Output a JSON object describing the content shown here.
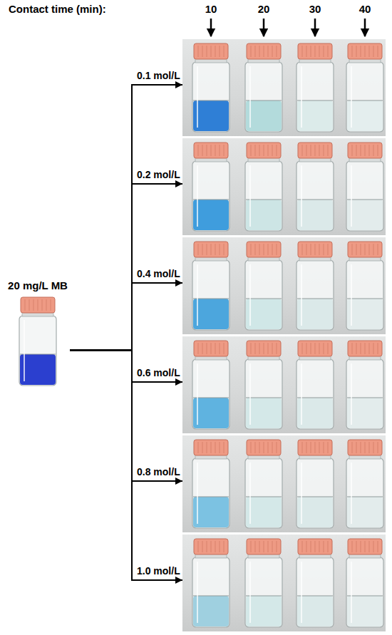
{
  "diagram": {
    "nodes": [
      {
        "text": [
          "20 mg/L MB"
        ]
      },
      {
        "text": []
      },
      {
        "text": []
      },
      {
        "text": []
      },
      {
        "text": []
      },
      {
        "text": []
      },
      {
        "text": []
      }
    ],
    "edges": [
      {
        "from": 0,
        "to": 1,
        "arrow": "to",
        "label": "0.1 mol/L"
      },
      {
        "from": 0,
        "to": 2,
        "arrow": "to",
        "label": "0.2 mol/L"
      },
      {
        "from": 0,
        "to": 3,
        "arrow": "to",
        "label": "0.4 mol/L"
      },
      {
        "from": 0,
        "to": 4,
        "arrow": "to",
        "label": "0.6 mol/L"
      },
      {
        "from": 0,
        "to": 5,
        "arrow": "to",
        "label": "0.8 mol/L"
      },
      {
        "from": 0,
        "to": 6,
        "arrow": "to",
        "label": "1.0 mol/L"
      }
    ],
    "labels": [
      "Contact time (min):",
      "10",
      "20",
      "30",
      "40"
    ]
  }
}
